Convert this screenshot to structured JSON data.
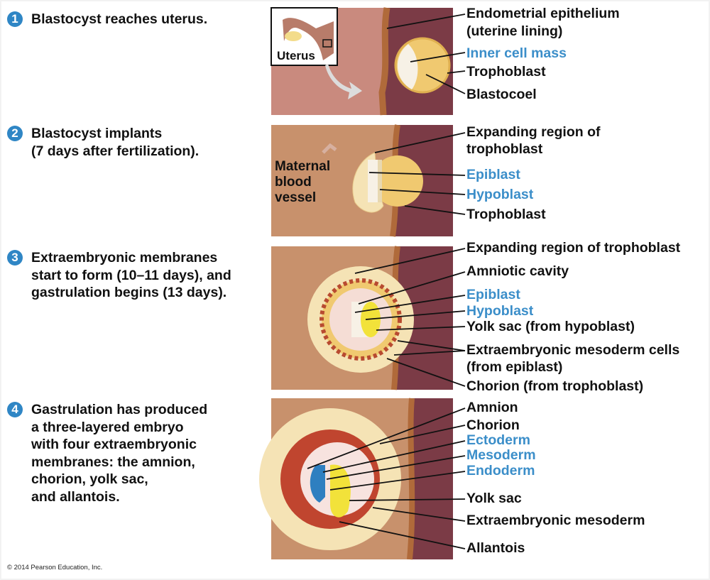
{
  "steps": [
    {
      "num": "1",
      "lines": [
        "Blastocyst reaches uterus."
      ]
    },
    {
      "num": "2",
      "lines": [
        "Blastocyst implants",
        "(7 days after fertilization)."
      ]
    },
    {
      "num": "3",
      "lines": [
        "Extraembryonic membranes",
        "start to form (10–11 days), and",
        "gastrulation begins (13 days)."
      ]
    },
    {
      "num": "4",
      "lines": [
        "Gastrulation has produced",
        "a three-layered embryo",
        "with four extraembryonic",
        "membranes: the amnion,",
        "chorion, yolk sac,",
        "and allantois."
      ]
    }
  ],
  "panel1": {
    "inset_label": "Uterus",
    "labels": [
      "Endometrial epithelium",
      "(uterine lining)",
      "Inner cell mass",
      "Trophoblast",
      "Blastocoel"
    ]
  },
  "panel2": {
    "inner_label": [
      "Maternal",
      "blood",
      "vessel"
    ],
    "labels": [
      "Expanding region of",
      "trophoblast",
      "Epiblast",
      "Hypoblast",
      "Trophoblast"
    ]
  },
  "panel3": {
    "labels": [
      "Expanding region of trophoblast",
      "Amniotic cavity",
      "Epiblast",
      "Hypoblast",
      "Yolk sac (from hypoblast)",
      "Extraembryonic mesoderm cells",
      "(from epiblast)",
      "Chorion (from trophoblast)"
    ]
  },
  "panel4": {
    "labels": [
      "Amnion",
      "Chorion",
      "Ectoderm",
      "Mesoderm",
      "Endoderm",
      "Yolk sac",
      "Extraembryonic mesoderm",
      "Allantois"
    ]
  },
  "copyright": "© 2014 Pearson Education, Inc.",
  "colors": {
    "accent_blue": "#3b8ec9",
    "uterine_wall": "#7b3b46",
    "lumen": "#c98a7e",
    "tissue": "#c8916c",
    "blastocyst": "#f0c970"
  }
}
